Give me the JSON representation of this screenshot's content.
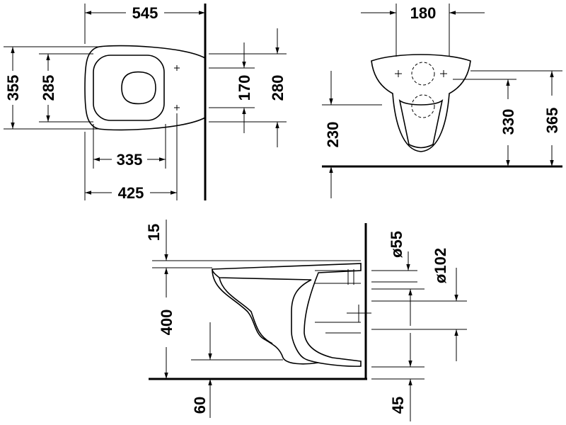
{
  "top_view": {
    "width_545": "545",
    "depth_355": "355",
    "inner_285": "285",
    "fix_170": "170",
    "fix_280": "280",
    "inner_335": "335",
    "fix_425": "425"
  },
  "front_view": {
    "width_180": "180",
    "height_230": "230",
    "height_330": "330",
    "height_365": "365"
  },
  "side_view": {
    "gap_15": "15",
    "height_400": "400",
    "floor_60": "60",
    "floor_45": "45",
    "diam_55": "ø55",
    "diam_102": "ø102"
  }
}
